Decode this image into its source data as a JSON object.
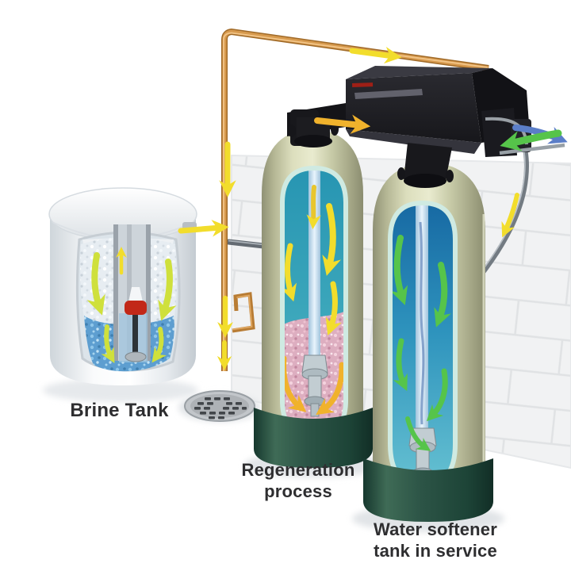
{
  "labels": {
    "brine_tank": "Brine Tank",
    "regeneration_process": "Regeneration\nprocess",
    "water_softener_service": "Water softener\ntank in service"
  },
  "colors": {
    "tank_shell_beige": "#c9cca9",
    "tank_base_green": "#2c5446",
    "valve_black": "#1e1e23",
    "pipe_orange": "#c8853a",
    "drain_pipe_gray": "#7b838a",
    "arrow_yellow": "#f2dd2c",
    "arrow_green": "#56c44a",
    "arrow_blue": "#5b7ec8",
    "brine_water_blue": "#5d9ed0",
    "salt_white": "#e7edf2",
    "resin_pink": "#ddaec0",
    "service_water_blue": "#1f7bb0",
    "cutaway_rim_cyan": "#cfeae2",
    "wall_tile": "#f1f2f3",
    "label_text": "#2e2e30"
  },
  "flows": [
    {
      "name": "brine-draw-arrow",
      "color": "yellow",
      "direction": "right"
    },
    {
      "name": "drain-line-arrows",
      "color": "yellow",
      "direction": "down"
    },
    {
      "name": "regeneration-downflow-arrows",
      "color": "yellow",
      "direction": "down"
    },
    {
      "name": "service-downflow-arrows",
      "color": "green",
      "direction": "down"
    },
    {
      "name": "hard-water-inlet-arrow",
      "color": "green",
      "direction": "left"
    },
    {
      "name": "soft-water-outlet-arrow",
      "color": "blue",
      "direction": "right"
    }
  ]
}
